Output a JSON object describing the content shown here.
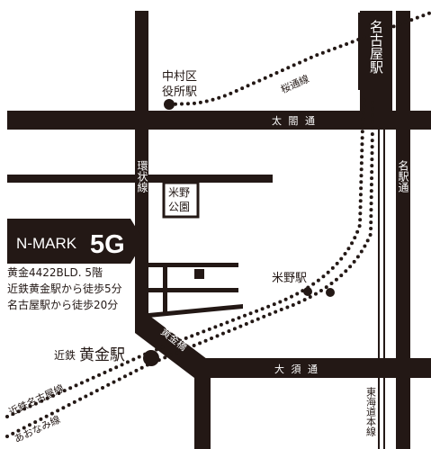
{
  "map": {
    "colors": {
      "ink": "#231815",
      "paper": "#ffffff"
    },
    "stations": {
      "nagoya": "名古屋駅",
      "nakamura_office": "中村区役所駅",
      "komeno": "米野駅",
      "kintetsu_ogon_prefix": "近鉄",
      "kintetsu_ogon": "黄金駅"
    },
    "roads": {
      "taiko": "太 閤 通",
      "kanjo": "環状線",
      "meieki": "名駅通",
      "osu": "大 須 通",
      "ogon": "黄金橋"
    },
    "lines": {
      "sakura_dori": "桜通線",
      "kintetsu_nagoya": "近鉄名古屋線",
      "aonami": "あおなみ線",
      "tokaido": "東海道本線"
    },
    "landmarks": {
      "komeno_park": "米野公園"
    },
    "building": {
      "brand": "N-MARK",
      "brand_suffix": "5G",
      "address": "黄金4422BLD. 5階",
      "access_1": "近鉄黄金駅から徒歩5分",
      "access_2": "名古屋駅から徒歩20分"
    }
  }
}
